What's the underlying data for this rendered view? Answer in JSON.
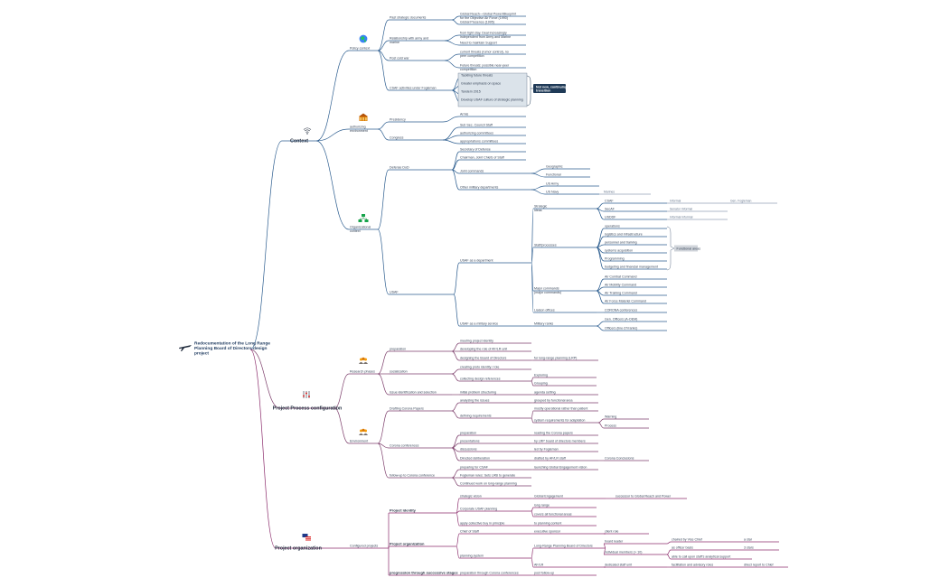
{
  "title": "Redocumentation of the Long Range Planning Board of Directors design project",
  "colors": {
    "context": "#2c5d8f",
    "process": "#7d3e6b",
    "organization": "#8b2b6b",
    "callout": "#1f3a57",
    "note_box": "#d1d5db"
  },
  "icons": {
    "root": "airplane-icon",
    "context": "wifi-icon",
    "process": "sliders-icon",
    "organization": "flags-icon",
    "policy": "globe-icon",
    "authorizing": "building-icon",
    "organizational": "org-chart-icon",
    "sessions": "people-icon",
    "environment": "people-icon"
  },
  "callout": "Not new, continuing transition",
  "functional_areas": "Functional areas",
  "sections": {
    "context": "Context",
    "process": "Project Process configuration",
    "organization": "Project organization"
  },
  "context": {
    "policy": {
      "label": "Policy context",
      "strategic_docs": {
        "label": "Past strategic documents",
        "items": [
          "Global Reach—Global Power/Blueprint for the Objective Air Force (1990)",
          "Global Presence (1995)"
        ]
      },
      "relationships": {
        "label": "Relationship with army and marine",
        "items": [
          "from tight stay. Deal increasingly independent from Army and Marine",
          "Need to maintain Support"
        ]
      },
      "post_cold_war": {
        "label": "Post cold war",
        "items": [
          "current threats (rumor control), no peer competition",
          "Future threats: possible near-peer competition"
        ]
      },
      "csaf_activities": {
        "label": "CSAF activities under Fogleman",
        "items": [
          "Tackling future threats",
          "Greater emphasis on space",
          "Tandem 2015",
          "Develop USAF culture of strategic planning"
        ]
      }
    },
    "authorizing": {
      "label": "authorizing environment",
      "presidency": {
        "label": "Presidency",
        "items": [
          "Armis"
        ]
      },
      "congress": {
        "label": "Congress",
        "items": [
          "Sub Sec. Council Staff",
          "authorizing committees",
          "appropriations committees"
        ]
      }
    },
    "organizational": {
      "label": "Organizational context",
      "dod": {
        "label": "Defense DoD",
        "items": [
          "Secretary of Defense",
          "Chairman, Joint Chiefs of Staff"
        ],
        "joint": {
          "label": "Joint commands",
          "items": [
            "Geographic",
            "Functional"
          ]
        },
        "other": {
          "label": "Other military departments",
          "items": [
            "US Army",
            "US Navy"
          ],
          "note": "Marines"
        }
      },
      "usaf": {
        "label": "USAF",
        "department": {
          "label": "USAF as a department",
          "strategic": {
            "label": "Strategic ideas",
            "items": [
              "CSAF",
              "SecAF",
              "USDDF"
            ],
            "notes_a": [
              "Informal",
              "Senator Informal",
              "Informal Informal"
            ],
            "notes_b": [
              "Gen. Fogleman",
              "",
              ""
            ]
          },
          "staff": {
            "label": "Staff/processes",
            "items": [
              "operations",
              "logistics and infrastructure",
              "personnel and training",
              "systems acquisition",
              "Programming",
              "budgeting and financial management"
            ]
          },
          "majcoms": {
            "label": "Major commands (major commands)",
            "items": [
              "Air Combat Command",
              "Air Mobility Command",
              "Air Training Command",
              "Air Force Materiel Command"
            ]
          },
          "liaison": {
            "label": "Liaison offices",
            "items": [
              "CORONA conferences"
            ]
          }
        },
        "service": {
          "label": "USAF as a military service",
          "subgroup": "Military ranks",
          "items": [
            "Gen. Officers (A-OEM)",
            "Officers (line-37/ranks)"
          ]
        }
      }
    }
  },
  "process": {
    "sessions": {
      "label": "Research phases",
      "preparation": {
        "label": "preparation",
        "items": [
          "meeting project identity",
          "developing the role of AF/LR unit",
          "designing the Board of Directors"
        ],
        "note": "for long-range planning (LRP)"
      },
      "socialization": {
        "label": "socialization",
        "items": [
          "creating proto identity / role",
          "collecting design references"
        ],
        "sub": [
          "Exploring",
          "Grouping"
        ]
      },
      "issue_id": {
        "label": "Issue identification and selection",
        "items": [
          "initial problem structuring"
        ],
        "sub": [
          "agenda setting"
        ]
      }
    },
    "environment": {
      "label": "Environment",
      "corona_papers": {
        "label": "Drafting Corona Papers",
        "items": [
          "analyzing the issues",
          "defining requirements"
        ],
        "notes": [
          "grouped by functional area",
          "mostly operational rather than patient",
          "system requirements for adaptation"
        ],
        "sub": [
          "Warning",
          "Process"
        ]
      },
      "conferences": {
        "label": "Corona conferences",
        "items": [
          "preparation",
          "presentations",
          "discussions",
          "Directed deliberation"
        ],
        "notes": [
          "reading the Corona papers",
          "by LRP board of directors members",
          "led by Fogleman",
          "drafted by AF/LR staff"
        ],
        "extra": "Corona Conclusions"
      },
      "followup": {
        "label": "follow-up to Corona conference",
        "items": [
          "preparing for CSAF",
          "Fogleman rules: Sets LRB to generate",
          "Continued work on long-range planning"
        ],
        "note": "launching Global Engagement vision"
      }
    }
  },
  "organization": {
    "configured": "Configured projects",
    "identity": {
      "label": "Project identity",
      "items": [
        "strategic vision",
        "Corporate USAF planning",
        "apply collective buy in principle"
      ],
      "notes": [
        "Global Engagement",
        "long range",
        "covers all functional areas",
        "to planning content"
      ],
      "extra": "successor to Global Reach and Power"
    },
    "org": {
      "label": "Project organization",
      "chief": "Chief of Staff",
      "sponsor": "executive sponsor",
      "client": "client role",
      "planning": "planning system",
      "lrp_board": "Long-Range Planning Board of Directors",
      "board_items": [
        "board leader",
        "individual members (> 10)"
      ],
      "board_notes": [
        "chaired by Vice Chief",
        "as officer basis",
        "able to call upon staff's analytical support"
      ],
      "board_extra": [
        "a star",
        "3 stars"
      ],
      "afLR": "AF/LR",
      "afLR_note": "dedicated staff unit",
      "afLR_extra": "facilitation and advisory roles",
      "afLR_far": "direct report to Chief"
    },
    "progression": {
      "label": "progression through successive stages",
      "items": [
        "preparation through Corona conferences"
      ],
      "note": "post follow-up"
    }
  }
}
